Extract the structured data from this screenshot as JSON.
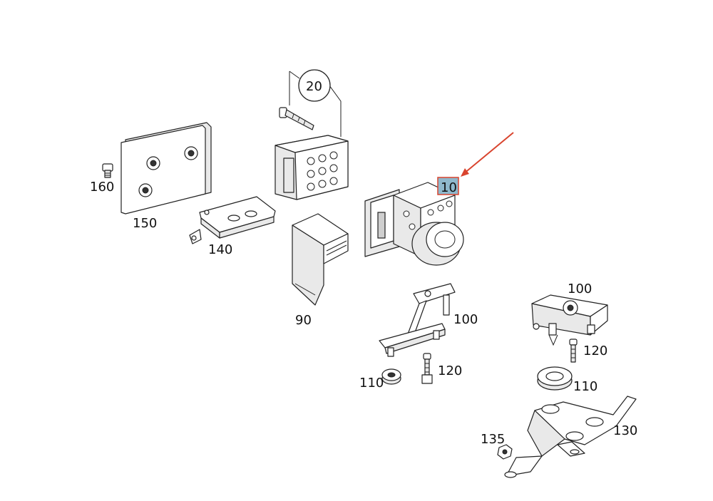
{
  "diagram": {
    "accent_highlight": "#8fb8cc",
    "accent_arrow": "#d9442e",
    "callouts": {
      "c10": "10",
      "c20": "20",
      "c90": "90",
      "c100a": "100",
      "c100b": "100",
      "c110a": "110",
      "c110b": "110",
      "c120a": "120",
      "c120b": "120",
      "c130": "130",
      "c135": "135",
      "c140": "140",
      "c150": "150",
      "c160": "160"
    }
  }
}
